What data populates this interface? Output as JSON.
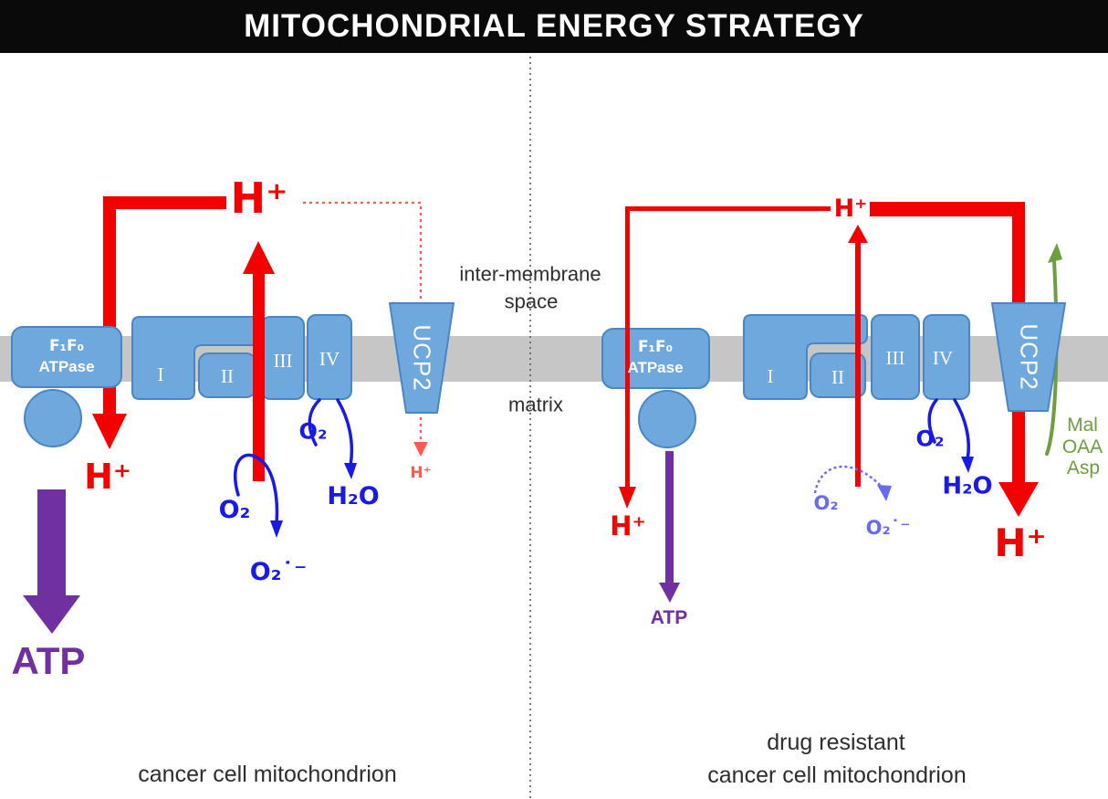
{
  "title": "MITOCHONDRIAL ENERGY STRATEGY",
  "colors": {
    "title_bg": "#0a0a0a",
    "title_fg": "#ffffff",
    "red": "#f30000",
    "red_light": "#ff5a52",
    "blue": "#1a1ae8",
    "blue_light": "#6a6af0",
    "purple": "#7030a0",
    "green": "#6f9e3f",
    "shape_blue": "#6fa8dc",
    "shape_stroke": "#4a86c6",
    "membrane": "#c6c6c6",
    "text_dark": "#2e2e2e"
  },
  "compartments": {
    "inter_membrane_line1": "inter-membrane",
    "inter_membrane_line2": "space",
    "matrix": "matrix"
  },
  "captions": {
    "left": "cancer cell mitochondrion",
    "right_line1": "drug resistant",
    "right_line2": "cancer cell mitochondrion"
  },
  "left_panel": {
    "atpase_line1": "F₁F₀",
    "atpase_line2": "ATPase",
    "complex_i": "I",
    "complex_ii": "II",
    "complex_iii": "III",
    "complex_iv": "IV",
    "ucp2": "UCP2",
    "h_plus_pumped": "H⁺",
    "h_plus_return": "H⁺",
    "h_plus_leak": "H⁺",
    "atp": "ATP",
    "o2_source": "O₂",
    "superoxide": "O₂˙⁻",
    "o2_iv": "O₂",
    "h2o": "H₂O"
  },
  "right_panel": {
    "atpase_line1": "F₁F₀",
    "atpase_line2": "ATPase",
    "complex_i": "I",
    "complex_ii": "II",
    "complex_iii": "III",
    "complex_iv": "IV",
    "ucp2": "UCP2",
    "h_plus_top": "H⁺",
    "h_plus_return": "H⁺",
    "h_plus_ucp2": "H⁺",
    "atp": "ATP",
    "o2_source": "O₂",
    "superoxide": "O₂˙⁻",
    "o2_iv": "O₂",
    "h2o": "H₂O",
    "mal": "Mal",
    "oaa": "OAA",
    "asp": "Asp"
  }
}
